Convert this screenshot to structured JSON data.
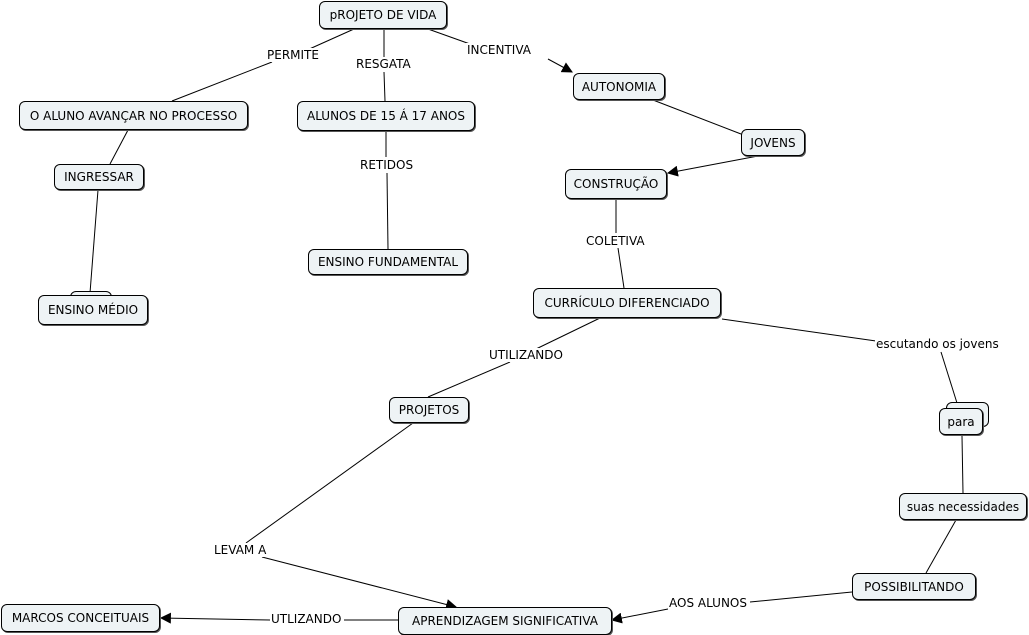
{
  "nodes": {
    "projeto_de_vida": "pROJETO DE VIDA",
    "aluno_avancar": "O ALUNO AVANÇAR NO PROCESSO",
    "alunos_15_17": "ALUNOS DE 15 Á 17 ANOS",
    "autonomia": "AUTONOMIA",
    "jovens": "JOVENS",
    "construcao": "CONSTRUÇÃO",
    "ingressar": "INGRESSAR",
    "ensino_medio": "ENSINO MÉDIO",
    "ensino_fundamental": "ENSINO FUNDAMENTAL",
    "curriculo_diferenciado": "CURRÍCULO DIFERENCIADO",
    "projetos": "PROJETOS",
    "para": "para",
    "suas_necessidades": "suas necessidades",
    "possibilitando": "POSSIBILITANDO",
    "marcos_conceituais": "MARCOS CONCEITUAIS",
    "aprendizagem_significativa": "APRENDIZAGEM SIGNIFICATIVA"
  },
  "links": {
    "permite": "PERMITE",
    "resgata": "RESGATA",
    "incentiva": "INCENTIVA",
    "retidos": "RETIDOS",
    "coletiva": "COLETIVA",
    "utilizando": "UTILIZANDO",
    "escutando_os_jovens": "escutando os jovens",
    "levam_a": "LEVAM A",
    "utlizando": "UTLIZANDO",
    "aos_alunos": "AOS ALUNOS"
  },
  "colors": {
    "node_fill": "#eef3f5",
    "border": "#000000",
    "line": "#000000"
  }
}
